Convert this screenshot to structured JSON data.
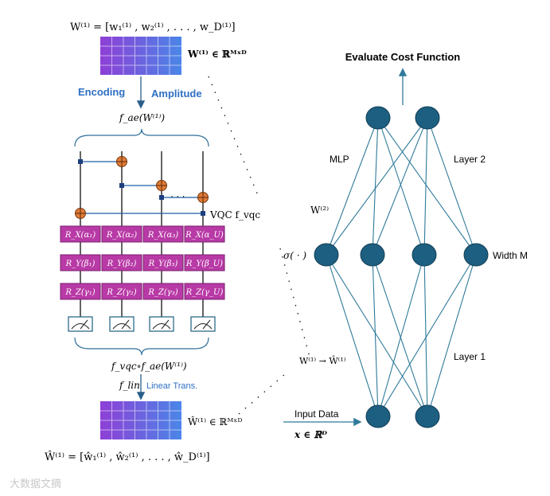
{
  "top_formula": "W⁽¹⁾ = [w₁⁽¹⁾ , w₂⁽¹⁾ , . . . , w_D⁽¹⁾]",
  "top_matrix_label": "W⁽¹⁾ ∈ ℝᴹˣᴰ",
  "encoding_label": "Encoding",
  "amplitude_label": "Amplitude",
  "fae_label": "f_ae(W⁽¹⁾)",
  "vqc_label": "VQC f_vqc",
  "ellipsis": "· · ·",
  "rx_gates": [
    "R_X(α₁)",
    "R_X(α₂)",
    "R_X(α₃)",
    "R_X(α_U)"
  ],
  "ry_gates": [
    "R_Y(β₁)",
    "R_Y(β₂)",
    "R_Y(β₃)",
    "R_Y(β_U)"
  ],
  "rz_gates": [
    "R_Z(γ₁)",
    "R_Z(γ₂)",
    "R_Z(γ₃)",
    "R_Z(γ_U)"
  ],
  "composed_label": "f_vqc∘f_ae(W⁽¹⁾)",
  "flin_label": "f_lin",
  "linear_trans_label": "Linear Trans.",
  "bottom_matrix_label": "Ŵ⁽¹⁾ ∈ ℝᴹˣᴰ",
  "bottom_formula": "Ŵ⁽¹⁾ = [ŵ₁⁽¹⁾ , ŵ₂⁽¹⁾ , . . . , ŵ_D⁽¹⁾]",
  "watermark": "大数据文摘",
  "evaluate_label": "Evaluate Cost Function",
  "mlp_label": "MLP",
  "layer2_label": "Layer 2",
  "w2_label": "W⁽²⁾",
  "sigma_label": "σ( · )",
  "width_label": "Width M",
  "layer1_label": "Layer 1",
  "replace_label": "W⁽¹⁾ → Ŵ⁽¹⁾",
  "input_label": "Input Data",
  "input_space": "x ∈ ℝᴰ",
  "colors": {
    "node": "#1d5f80",
    "edge": "#2f7a9a",
    "gate": "#b83aa6",
    "gate_border": "#7a1f6e",
    "matrix_a": "#8e3fd6",
    "matrix_b": "#4a7fe6",
    "blue_text": "#2e6fc2",
    "xor": "#e07b39",
    "control": "#1d5fa8"
  }
}
